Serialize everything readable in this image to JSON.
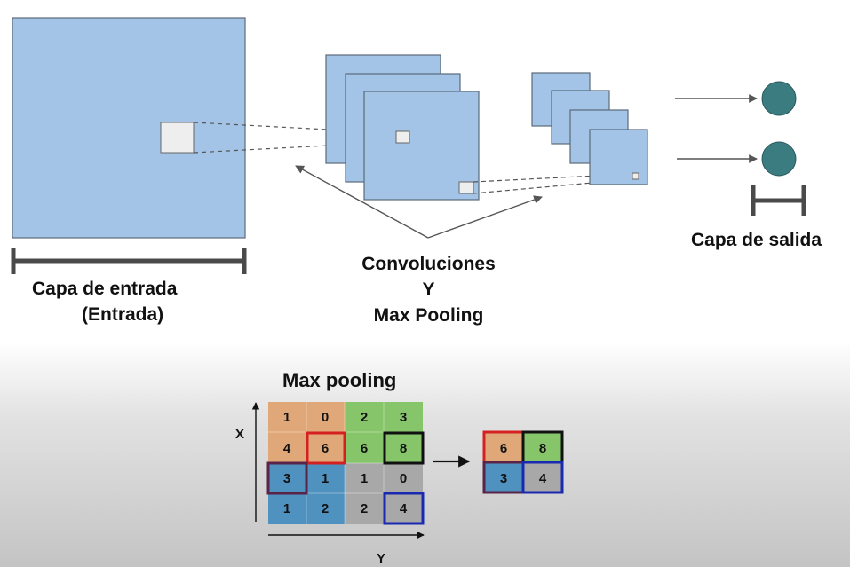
{
  "labels": {
    "input_line1": "Capa de entrada",
    "input_line2": "(Entrada)",
    "conv_line1": "Convoluciones",
    "conv_line2": "Y",
    "conv_line3": "Max Pooling",
    "output": "Capa de salida",
    "pool_title": "Max pooling",
    "axis_x": "X",
    "axis_y": "Y"
  },
  "grid": [
    [
      "1",
      "0",
      "2",
      "3"
    ],
    [
      "4",
      "6",
      "6",
      "8"
    ],
    [
      "3",
      "1",
      "1",
      "0"
    ],
    [
      "1",
      "2",
      "2",
      "4"
    ]
  ],
  "pooled": [
    [
      "6",
      "8"
    ],
    [
      "3",
      "4"
    ]
  ],
  "colors": {
    "map_fill": "#a3c4e6",
    "map_stroke": "#5a6a7a",
    "node": "#3b7c80",
    "quad_orange": "#e0a878",
    "quad_green": "#86c56a",
    "quad_blue": "#4f91bf",
    "quad_gray": "#a8a8a8",
    "hl_red": "#d42020",
    "hl_black": "#111111",
    "hl_purple": "#5a2448",
    "hl_blue": "#1a2ab0"
  }
}
